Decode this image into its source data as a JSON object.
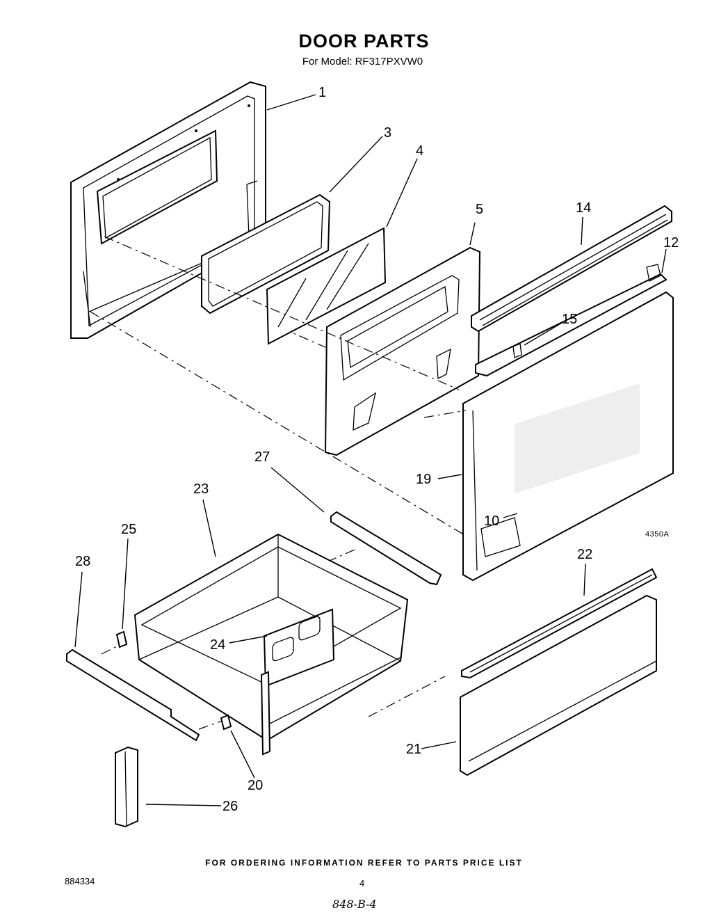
{
  "header": {
    "title": "DOOR PARTS",
    "model_label": "For Model:",
    "model_number": "RF317PXVW0"
  },
  "callouts": {
    "c1": "1",
    "c3": "3",
    "c4": "4",
    "c5": "5",
    "c14": "14",
    "c12": "12",
    "c15": "15",
    "c19": "19",
    "c10": "10",
    "c27": "27",
    "c23": "23",
    "c25": "25",
    "c28": "28",
    "c24": "24",
    "c22": "22",
    "c21": "21",
    "c20": "20",
    "c26": "26"
  },
  "diagram_code": "4350A",
  "footer": {
    "note": "FOR ORDERING INFORMATION REFER TO PARTS PRICE LIST",
    "doc_number": "884334",
    "page_number": "4",
    "handwritten": "848-B-4"
  }
}
